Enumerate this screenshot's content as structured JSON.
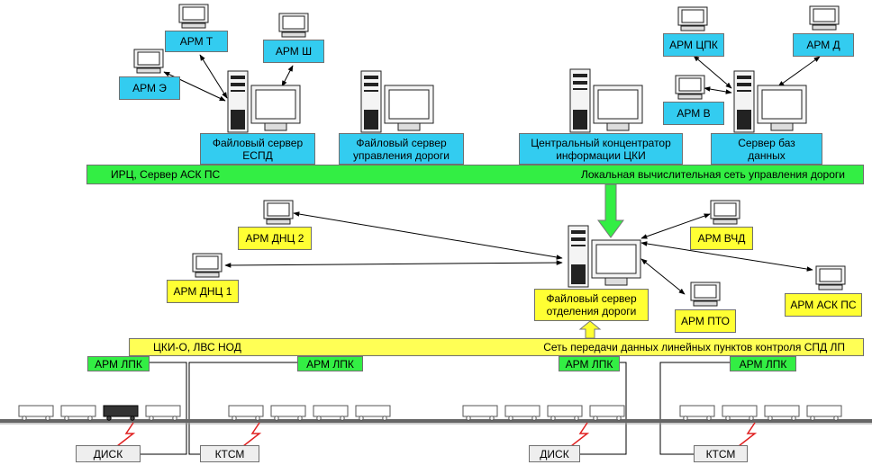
{
  "colors": {
    "server_label": "#33ccf0",
    "arm_cyan": "#33ccf0",
    "arm_yellow": "#ffff33",
    "arm_green": "#33ee44",
    "lan_bar": "#33ee44",
    "spd_bar": "#ffff55",
    "sensor": "#eeeeee",
    "arrow_green": "#33ee44",
    "arrow_yellow": "#ffff33"
  },
  "top": {
    "workstations": {
      "arm_t": "АРМ Т",
      "arm_sh": "АРМ Ш",
      "arm_e": "АРМ Э",
      "arm_cpk": "АРМ ЦПК",
      "arm_d": "АРМ Д",
      "arm_v": "АРМ В"
    },
    "servers": {
      "espd": "Файловый сервер\nЕСПД",
      "road_mgmt": "Файловый сервер\nуправления дороги",
      "cki_hub": "Центральный концентратор\nинформации ЦКИ",
      "db": "Сервер баз\nданных"
    },
    "lan": {
      "left": "ИРЦ, Сервер АСК ПС",
      "right": "Локальная вычислительная сеть управления дороги"
    }
  },
  "middle": {
    "division_server": "Файловый сервер\nотделения дороги",
    "workstations": {
      "arm_dnc2": "АРМ ДНЦ 2",
      "arm_dnc1": "АРМ ДНЦ 1",
      "arm_vchd": "АРМ ВЧД",
      "arm_pto": "АРМ ПТО",
      "arm_ask_ps": "АРМ АСК ПС"
    }
  },
  "bottom": {
    "spd": {
      "left": "ЦКИ-О, ЛВС НОД",
      "right": "Сеть передачи данных линейных пунктов контроля СПД ЛП"
    },
    "lpk": [
      "АРМ ЛПК",
      "АРМ ЛПК",
      "АРМ ЛПК",
      "АРМ ЛПК"
    ],
    "sensors": [
      "ДИСК",
      "КТСМ",
      "ДИСК",
      "КТСМ"
    ]
  }
}
